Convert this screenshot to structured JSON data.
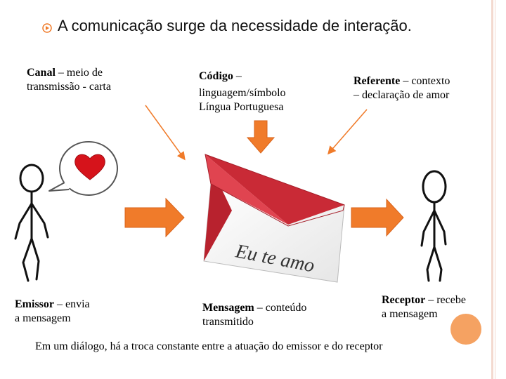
{
  "title": "A comunicação surge da necessidade de interação.",
  "canal": {
    "term": "Canal",
    "rest_line1": " – meio de",
    "line2": "transmissão  - carta"
  },
  "codigo": {
    "term": "Código",
    "rest_line1": " –",
    "line2": "linguagem/símbolo",
    "line3": "Língua Portuguesa"
  },
  "referente": {
    "term": "Referente",
    "rest_line1": " – contexto",
    "line2": "– declaração de amor"
  },
  "emissor": {
    "term": "Emissor",
    "rest_line1": " – envia",
    "line2": "a mensagem"
  },
  "mensagem": {
    "term": "Mensagem",
    "rest_line1": " – conteúdo",
    "line2": "transmitido"
  },
  "receptor": {
    "term": "Receptor",
    "rest_line1": " – recebe",
    "line2": "a mensagem"
  },
  "envelope_text": "Eu te amo",
  "footer": "Em um diálogo, há a troca constante entre a atuação do emissor e do receptor",
  "colors": {
    "arrow": "#f07b2a",
    "heart": "#d6131b",
    "envelope_red": "#d9333f",
    "accent_dot": "#f5a262",
    "bullet": "#f07b2a"
  },
  "icons": [
    "bullet-icon",
    "speech-bubble-icon",
    "heart-icon",
    "stick-figure-emissor",
    "stick-figure-receptor",
    "envelope-image",
    "arrow-right-icon",
    "arrow-down-icon"
  ]
}
